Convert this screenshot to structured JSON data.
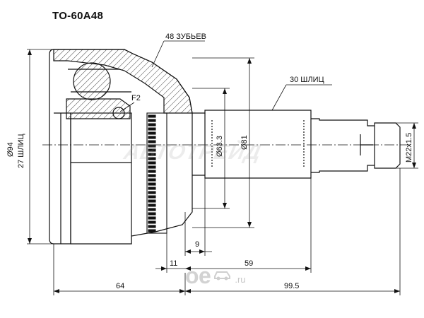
{
  "part_number": "TO-60A48",
  "labels": {
    "teeth": "48 ЗУБЬЕВ",
    "splines_outer": "30 ШЛИЦ",
    "feature_f2": "F2",
    "diameter_94": "Ø94",
    "splines_inner": "27 ШЛИЦ",
    "diameter_63": "Ø63.3",
    "diameter_81": "Ø81",
    "thread": "M22x1.5",
    "dim_9": "9",
    "dim_11": "11",
    "dim_59": "59",
    "dim_64": "64",
    "dim_99_5": "99.5"
  },
  "watermark": "АВТОТРЕЙД",
  "brand": {
    "name": "oe",
    "domain": ".ru"
  },
  "colors": {
    "line": "#111111",
    "hatch": "#444444",
    "brand": "#d0d0d0"
  }
}
